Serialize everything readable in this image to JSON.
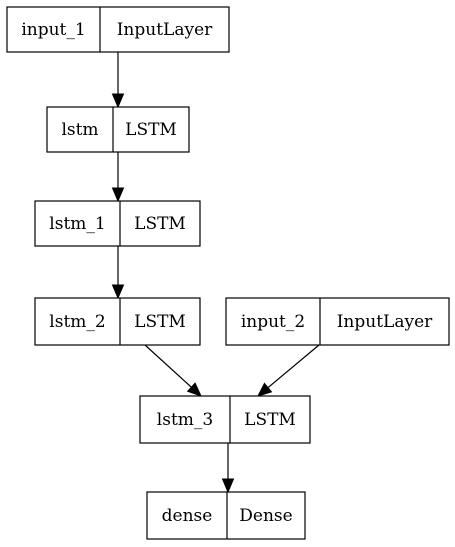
{
  "diagram": {
    "nodes": [
      {
        "id": "input_1",
        "name": "input_1",
        "type": "InputLayer"
      },
      {
        "id": "lstm",
        "name": "lstm",
        "type": "LSTM"
      },
      {
        "id": "lstm_1",
        "name": "lstm_1",
        "type": "LSTM"
      },
      {
        "id": "lstm_2",
        "name": "lstm_2",
        "type": "LSTM"
      },
      {
        "id": "input_2",
        "name": "input_2",
        "type": "InputLayer"
      },
      {
        "id": "lstm_3",
        "name": "lstm_3",
        "type": "LSTM"
      },
      {
        "id": "dense",
        "name": "dense",
        "type": "Dense"
      }
    ],
    "edges": [
      {
        "from": "input_1",
        "to": "lstm"
      },
      {
        "from": "lstm",
        "to": "lstm_1"
      },
      {
        "from": "lstm_1",
        "to": "lstm_2"
      },
      {
        "from": "lstm_2",
        "to": "lstm_3"
      },
      {
        "from": "input_2",
        "to": "lstm_3"
      },
      {
        "from": "lstm_3",
        "to": "dense"
      }
    ]
  }
}
